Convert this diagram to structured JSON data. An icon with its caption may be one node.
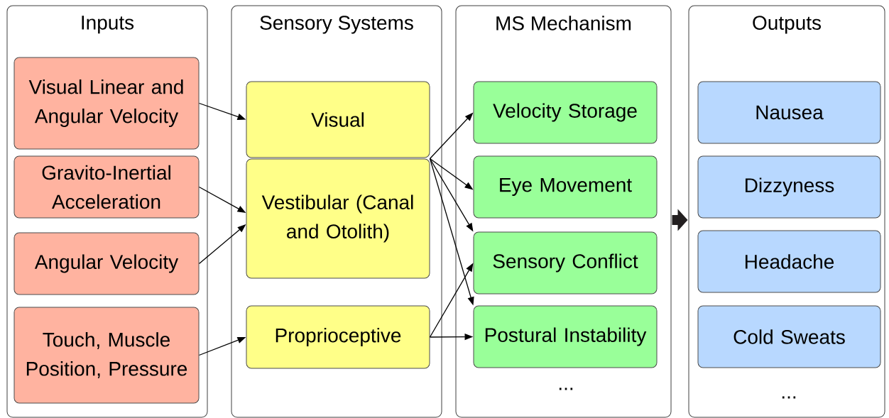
{
  "diagram": {
    "nodes": [
      {
        "text": [
          "Inputs"
        ]
      },
      {
        "text": [
          "Sensory Systems"
        ]
      },
      {
        "text": [
          "MS Mechanism"
        ]
      },
      {
        "text": [
          "Outputs"
        ]
      },
      {
        "text": [
          "Visual Linear and Angular Velocity"
        ],
        "in": 0
      },
      {
        "text": [
          "Gravito-Inertial Acceleration"
        ],
        "in": 0
      },
      {
        "text": [
          "Angular Velocity"
        ],
        "in": 0
      },
      {
        "text": [
          "Touch, Muscle Position, Pressure"
        ],
        "in": 0
      },
      {
        "text": [
          "Visual"
        ],
        "in": 1
      },
      {
        "text": [
          "Vestibular (Canal and Otolith)"
        ],
        "in": 1
      },
      {
        "text": [
          "Proprioceptive"
        ],
        "in": 1
      },
      {
        "text": [
          "Velocity Storage"
        ],
        "in": 2
      },
      {
        "text": [
          "Eye Movement"
        ],
        "in": 2
      },
      {
        "text": [
          "Sensory Conflict"
        ],
        "in": 2
      },
      {
        "text": [
          "Postural Instability"
        ],
        "in": 2
      },
      {
        "text": [
          "Nausea"
        ],
        "in": 3
      },
      {
        "text": [
          "Dizzyness"
        ],
        "in": 3
      },
      {
        "text": [
          "Headache"
        ],
        "in": 3
      },
      {
        "text": [
          "Cold Sweats"
        ],
        "in": 3
      }
    ],
    "edges": [
      {
        "from": 4,
        "to": 8,
        "arrow": "to"
      },
      {
        "from": 5,
        "to": 9,
        "arrow": "to"
      },
      {
        "from": 6,
        "to": 9,
        "arrow": "to"
      },
      {
        "from": 7,
        "to": 10,
        "arrow": "to"
      },
      {
        "from": 9,
        "to": 11,
        "arrow": "to"
      },
      {
        "from": 9,
        "to": 12,
        "arrow": "to"
      },
      {
        "from": 9,
        "to": 13,
        "arrow": "to"
      },
      {
        "from": 9,
        "to": 14,
        "arrow": "to"
      },
      {
        "from": 10,
        "to": 13,
        "arrow": "to"
      },
      {
        "from": 10,
        "to": 14,
        "arrow": "to"
      },
      {
        "from": 2,
        "to": 3,
        "arrow": "to",
        "style": "thick",
        "color": "#231f20"
      }
    ],
    "labels": [
      "...",
      "..."
    ]
  }
}
